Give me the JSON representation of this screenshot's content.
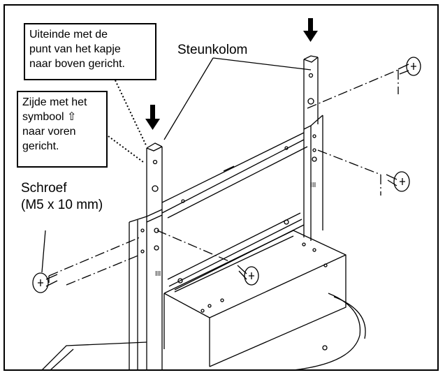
{
  "callouts": {
    "tip_up": "Uiteinde met de\npunt van het kapje\nnaar boven gericht.",
    "symbol_forward": "Zijde met het\nsymbool ⇧\nnaar voren\ngericht."
  },
  "labels": {
    "column": "Steunkolom",
    "screw": "Schroef\n(M5 x 10 mm)"
  },
  "colors": {
    "line": "#000000",
    "background": "#ffffff"
  },
  "icons": [
    "down-arrow-icon",
    "screw-icon"
  ]
}
